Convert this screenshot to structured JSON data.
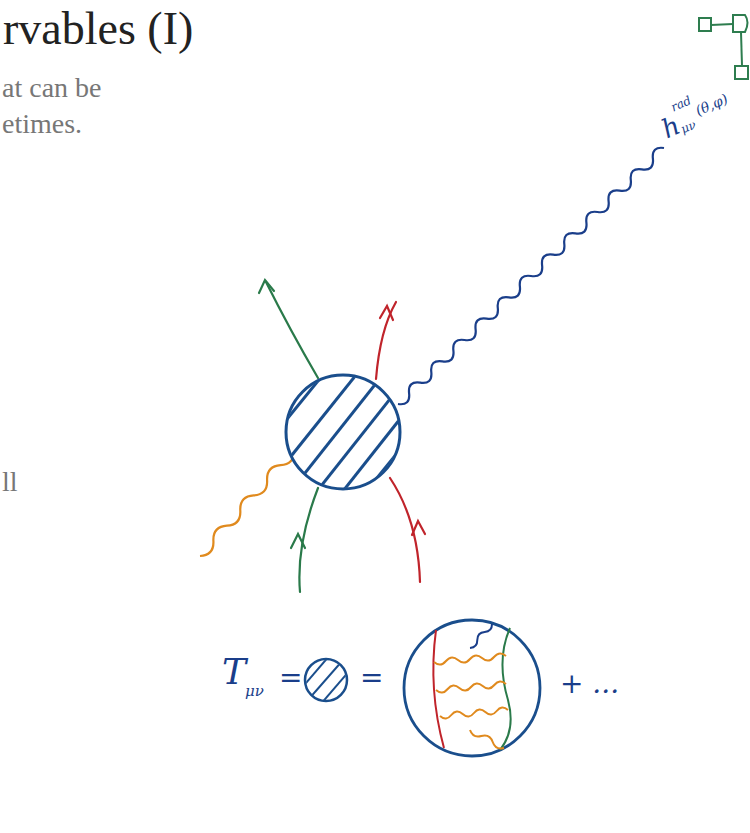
{
  "diagram": {
    "title": "rvables (I)",
    "labels": [
      "at can be",
      "etimes.",
      "ll",
      "h",
      "rad",
      "μν",
      "(θ,φ)",
      "T",
      "μν",
      "=",
      "=",
      "+ ..."
    ]
  }
}
